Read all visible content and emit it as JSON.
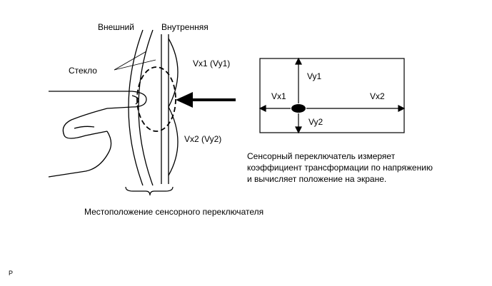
{
  "labels": {
    "outer": "Внешний",
    "inner": "Внутренняя",
    "glass": "Стекло",
    "vx1_vy1": "Vx1 (Vy1)",
    "vx2_vy2": "Vx2 (Vy2)",
    "caption": "Местоположение сенсорного переключателя",
    "mark": "P"
  },
  "screen": {
    "vy1": "Vy1",
    "vy2": "Vy2",
    "vx1": "Vx1",
    "vx2": "Vx2"
  },
  "description": [
    "Сенсорный переключатель измеряет",
    "коэффициент трансформации по напряжению",
    "и вычисляет положение на экране."
  ]
}
